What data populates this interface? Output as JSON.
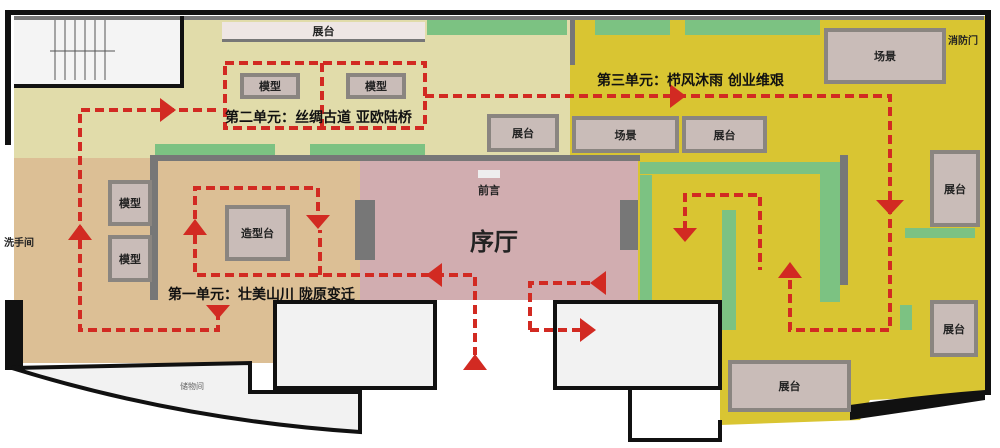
{
  "units": {
    "unit1": "第一单元：壮美山川  陇原变迁",
    "unit2": "第二单元：丝绸古道  亚欧陆桥",
    "unit3": "第三单元：栉风沐雨   创业维艰"
  },
  "hall": {
    "title": "序厅",
    "preface": "前言"
  },
  "exhibits": {
    "top_stand": "展台",
    "model_a": "模型",
    "model_b": "模型",
    "stand_mid": "展台",
    "scene_mid": "场景",
    "stand_mid2": "展台",
    "scene_tr": "场景",
    "stand_r1": "展台",
    "stand_r2": "展台",
    "stand_bottom": "展台",
    "model_l1": "模型",
    "model_l2": "模型",
    "sculpt": "造型台"
  },
  "rooms": {
    "fire_door": "消防门",
    "washroom": "洗手间",
    "storage": "储物间"
  },
  "colors": {
    "unit1": "#dcbf95",
    "unit2": "#e1dcaa",
    "unit3": "#d9c532",
    "hall": "#d1adb0",
    "route": "#d22a22",
    "green": "#7cc282"
  }
}
